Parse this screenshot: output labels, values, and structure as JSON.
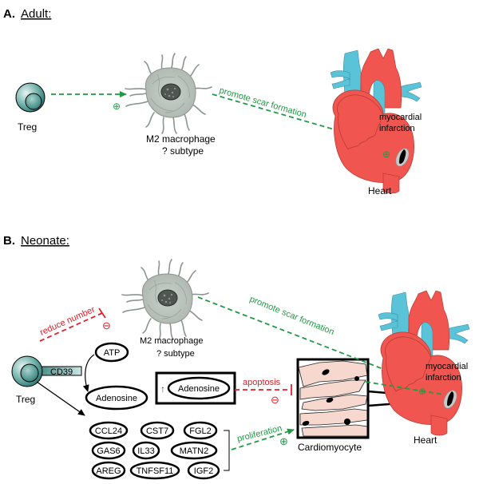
{
  "colors": {
    "green": "#1f9a45",
    "red": "#e0202a",
    "heart_red": "#f0564f",
    "vessel_blue": "#5bc3d8",
    "treg_teal": "#3a8a86",
    "cardiomyocyte_fill": "#f6d8cf",
    "black": "#000000"
  },
  "panel_a": {
    "letter": "A.",
    "title": "Adult:",
    "treg_label": "Treg",
    "macrophage_label_1": "M2 macrophage",
    "macrophage_label_2": "? subtype",
    "arrow_label": "promote scar formation",
    "heart_label": "Heart",
    "infarct_label_1": "myocardial",
    "infarct_label_2": "infarction",
    "plus_symbol": "⊕"
  },
  "panel_b": {
    "letter": "B.",
    "title": "Neonate:",
    "treg_label": "Treg",
    "cd39_label": "CD39",
    "atp_label": "ATP",
    "adenosine_label": "Adenosine",
    "up_adenosine_arrow": "↑",
    "up_adenosine_label": "Adenosine",
    "reduce_label": "reduce number",
    "apoptosis_label": "apoptosis",
    "proliferation_label": "proliferation",
    "macrophage_label_1": "M2 macrophage",
    "macrophage_label_2": "? subtype",
    "scar_label": "promote scar formation",
    "cardiomyocyte_label": "Cardiomyocyte",
    "heart_label": "Heart",
    "infarct_label_1": "myocardial",
    "infarct_label_2": "infarction",
    "plus_symbol": "⊕",
    "minus_symbol": "⊖",
    "genes": [
      "CCL24",
      "CST7",
      "FGL2",
      "GAS6",
      "IL33",
      "MATN2",
      "AREG",
      "TNFSF11",
      "IGF2"
    ]
  }
}
